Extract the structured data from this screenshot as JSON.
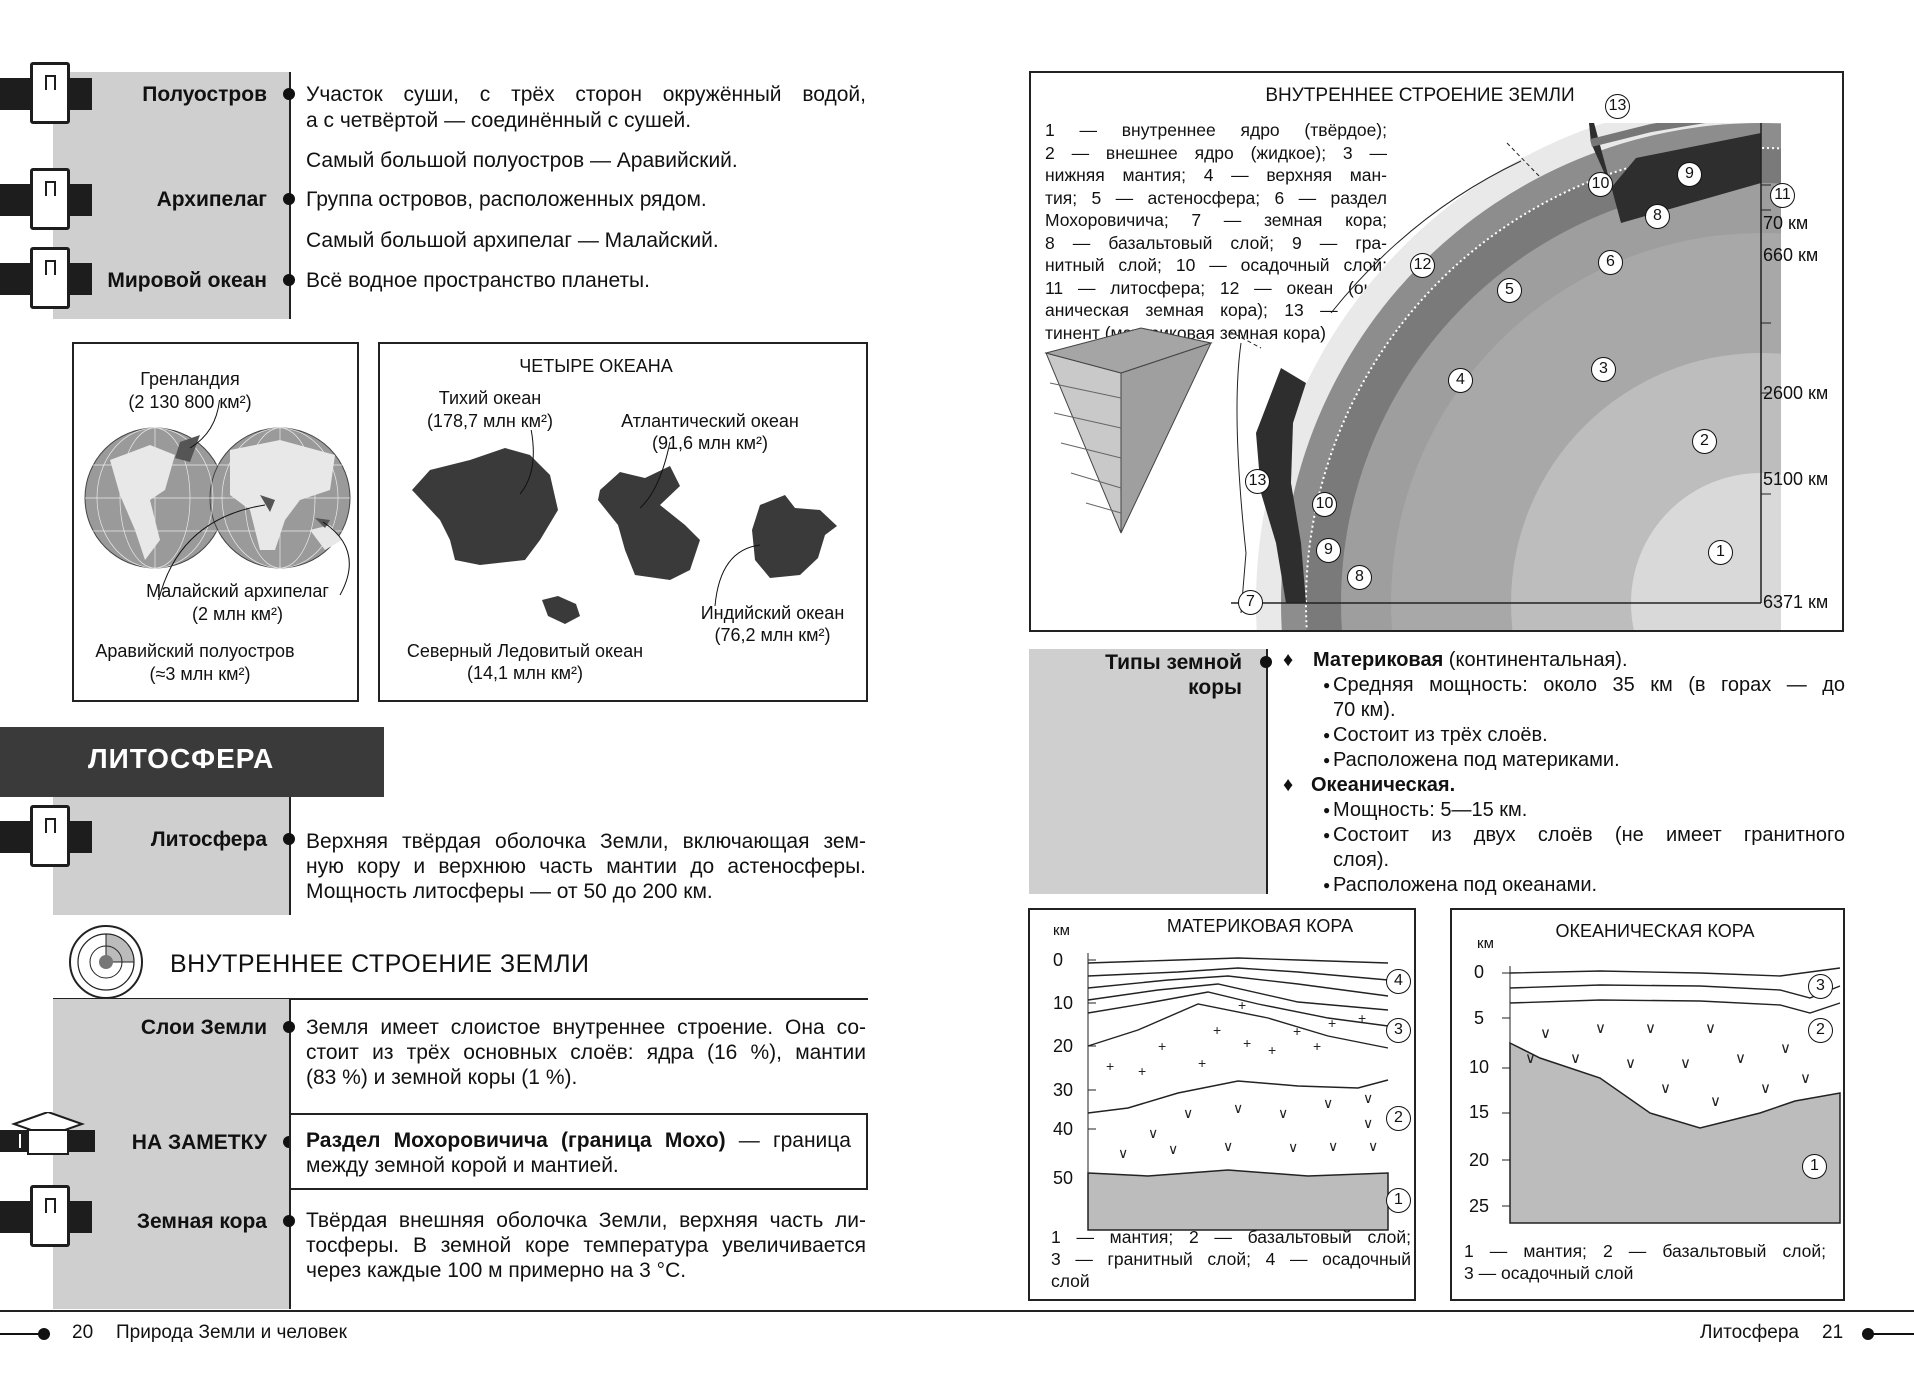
{
  "left": {
    "terms": [
      {
        "term": "Полуостров",
        "lines": [
          "Участок суши, с трёх сторон окружённый водой,",
          "а с четвёртой — соединённый с сушей."
        ]
      },
      {
        "term": "",
        "lines": [
          "Самый большой полуостров — Аравийский."
        ]
      },
      {
        "term": "Архипелаг",
        "lines": [
          "Группа островов, расположенных рядом."
        ]
      },
      {
        "term": "",
        "lines": [
          "Самый большой архипелаг — Малайский."
        ]
      },
      {
        "term": "Мировой океан",
        "lines": [
          "Всё водное пространство планеты."
        ]
      }
    ],
    "map": {
      "greenland": "Гренландия",
      "greenland_area": "(2 130 800 км²)",
      "malay": "Малайский архипелаг",
      "malay_area": "(2 млн км²)",
      "arabia": "Аравийский полуостров",
      "arabia_area": "(≈3 млн км²)"
    },
    "oceans": {
      "title": "ЧЕТЫРЕ ОКЕАНА",
      "pacific": "Тихий океан",
      "pacific_area": "(178,7 млн км²)",
      "atlantic": "Атлантический океан",
      "atlantic_area": "(91,6 млн км²)",
      "indian": "Индийский океан",
      "indian_area": "(76,2 млн км²)",
      "arctic": "Северный Ледовитый океан",
      "arctic_area": "(14,1 млн км²)"
    },
    "section_title": "ЛИТОСФЕРА",
    "lithosphere": {
      "term": "Литосфера",
      "lines": [
        "Верхняя твёрдая оболочка Земли, включающая зем-",
        "ную кору и верхнюю часть мантии до астеносферы.",
        "Мощность литосферы — от 50 до 200 км."
      ]
    },
    "structure_heading": "ВНУТРЕННЕЕ СТРОЕНИЕ ЗЕМЛИ",
    "layers": {
      "term": "Слои Земли",
      "lines": [
        "Земля имеет слоистое внутреннее строение. Она со-",
        "стоит из трёх основных слоёв: ядра (16 %), мантии",
        "(83 %) и земной коры (1 %)."
      ]
    },
    "note": {
      "term": "НА ЗАМЕТКУ",
      "bold": "Раздел Мохоровичича (граница Мохо)",
      "rest": " — граница",
      "line2": "между земной корой и мантией."
    },
    "crust": {
      "term": "Земная кора",
      "lines": [
        "Твёрдая внешняя оболочка Земли, верхняя часть ли-",
        "тосферы. В земной коре температура увеличивается",
        "через каждые 100 м примерно на 3 °С."
      ]
    },
    "footer_page": "20",
    "footer_title": "Природа Земли и человек"
  },
  "right": {
    "diagram": {
      "title": "ВНУТРЕННЕЕ СТРОЕНИЕ ЗЕМЛИ",
      "legend": [
        "1 — внутреннее ядро (твёрдое);",
        "2 — внешнее ядро (жидкое); 3 —",
        "нижняя мантия; 4 — верхняя ман-",
        "тия; 5 — астеносфера; 6 — раздел",
        "Мохоровичича; 7 — земная кора;",
        "8 — базальтовый слой; 9 — гра-",
        "нитный слой; 10 — осадочный слой;",
        "11 — литосфера; 12 — океан (оке-",
        "аническая земная кора); 13 — кон-",
        "тинент (материковая земная кора)"
      ],
      "depths": [
        "70 км",
        "660 км",
        "2600 км",
        "5100 км",
        "6371 км"
      ],
      "numbers": [
        "1",
        "2",
        "3",
        "4",
        "5",
        "6",
        "7",
        "8",
        "9",
        "10",
        "11",
        "12",
        "13"
      ]
    },
    "types_term": [
      "Типы земной",
      "коры"
    ],
    "types": [
      {
        "kind": "head",
        "text": "Материковая",
        "suffix": " (континентальная)."
      },
      {
        "kind": "row",
        "text": "Средняя мощность: около 35 км (в горах — до"
      },
      {
        "kind": "cont",
        "text": "70 км)."
      },
      {
        "kind": "row",
        "text": "Состоит из трёх слоёв."
      },
      {
        "kind": "row",
        "text": "Расположена под материками."
      },
      {
        "kind": "head",
        "text": "Океаническая.",
        "suffix": ""
      },
      {
        "kind": "row",
        "text": "Мощность: 5—15 км."
      },
      {
        "kind": "row",
        "text": "Состоит из двух слоёв (не имеет гранитного"
      },
      {
        "kind": "cont",
        "text": "слоя)."
      },
      {
        "kind": "row",
        "text": "Расположена под океанами."
      }
    ],
    "continental": {
      "title": "МАТЕРИКОВАЯ КОРА",
      "unit": "км",
      "ticks": [
        "0",
        "10",
        "20",
        "30",
        "40",
        "50"
      ],
      "legend": [
        "1 — мантия; 2 — базальтовый слой;",
        "3 — гранитный слой; 4 — осадочный",
        "слой"
      ]
    },
    "oceanic": {
      "title": "ОКЕАНИЧЕСКАЯ КОРА",
      "unit": "км",
      "ticks": [
        "0",
        "5",
        "10",
        "15",
        "20",
        "25"
      ],
      "legend": [
        "1 — мантия; 2 — базальтовый слой;",
        "3 — осадочный слой"
      ]
    },
    "footer_title": "Литосфера",
    "footer_page": "21"
  }
}
